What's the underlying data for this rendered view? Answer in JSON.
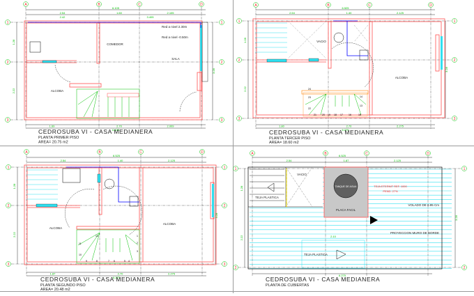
{
  "project_title": "CEDROSUBA VI   -   CASA MEDIANERA",
  "colors": {
    "walls": "#ff5050",
    "dimensions": "#00c000",
    "axes": "#00c000",
    "plumbing": "#0000ff",
    "glass": "#30e0f0",
    "roof_lines": "#30e0f0",
    "stairs": "#00c000",
    "gray_slab": "#c8c8c8"
  },
  "axes": {
    "columns": [
      "A",
      "B",
      "C",
      "D"
    ],
    "rows": [
      "1",
      "2",
      "3"
    ]
  },
  "panels": [
    {
      "subtitle": "PLANTA PRIMER PISO",
      "area": "AREA= 20.75 m2",
      "rooms": [
        "COMEDOR",
        "SALA",
        "ALCOBA"
      ],
      "notes": [
        "Red a nivel 2.30m",
        "Red a nivel -0.50m"
      ],
      "dims": {
        "total_top": "6.105",
        "top": [
          "2.54",
          "1.60",
          "2.105"
        ],
        "top2": [
          "2.42",
          "3.405"
        ],
        "bottom": [
          "1.69",
          "2.70",
          "2.009"
        ],
        "total_bottom": "6.105",
        "left": [
          "1.28",
          "2.22"
        ],
        "right": "3.28"
      }
    },
    {
      "subtitle": "PLANTA TERCER PISO",
      "area": "AREA= 18.60 m2",
      "rooms": [
        "VACIO",
        "ALCOBA"
      ],
      "stair_numbers": [
        "24",
        "23",
        "22",
        "21",
        "20",
        "19",
        "18",
        "17",
        "16",
        "15",
        "14",
        "13"
      ],
      "dims": {
        "total_top": "6.525",
        "top": [
          "2.54",
          "1.40",
          "2.125"
        ],
        "bottom": [
          "1.80",
          "2.70",
          "2.275"
        ],
        "total_bottom": "6.275",
        "left": [
          "1.28",
          "2.22"
        ],
        "right": "3.28"
      }
    },
    {
      "subtitle": "PLANTA SEGUNDO PISO",
      "area": "AREA= 20.48 m2",
      "rooms": [
        "ALCOBA",
        "ALCOBA"
      ],
      "stair_numbers": [
        "12",
        "11",
        "10",
        "9",
        "8",
        "7",
        "6",
        "5",
        "4",
        "3",
        "2",
        "1"
      ],
      "dims": {
        "total_top": "6.525",
        "top": [
          "2.54",
          "1.40",
          "2.125"
        ],
        "bottom": [
          "1.87",
          "2.70",
          "2.275"
        ],
        "total_bottom": "6.275",
        "left": [
          "1.28",
          "2.22"
        ],
        "right": "3.28"
      }
    },
    {
      "subtitle": "PLANTA DE CUBIERTAS",
      "rooms": [
        "VACIO",
        "TEJA PLASTICA",
        "PLACA FACIL",
        "TEJA PLASTICA"
      ],
      "tank": "TANQUE DE AGUA",
      "roof_notes": [
        "TEJA ETERNIT REF. 1000",
        "PEND: 27%"
      ],
      "notes": [
        "VOLADO DE 0.95 Cm",
        "PROYECCION MURO DE BORDE"
      ],
      "dims": {
        "total_top": "6.525",
        "top": [
          "2.54",
          "1.87",
          "2.125"
        ],
        "inner": "2.10",
        "total_bottom": "6.275",
        "left": [
          "1.28",
          "2.22"
        ],
        "right": "3.28"
      }
    }
  ]
}
